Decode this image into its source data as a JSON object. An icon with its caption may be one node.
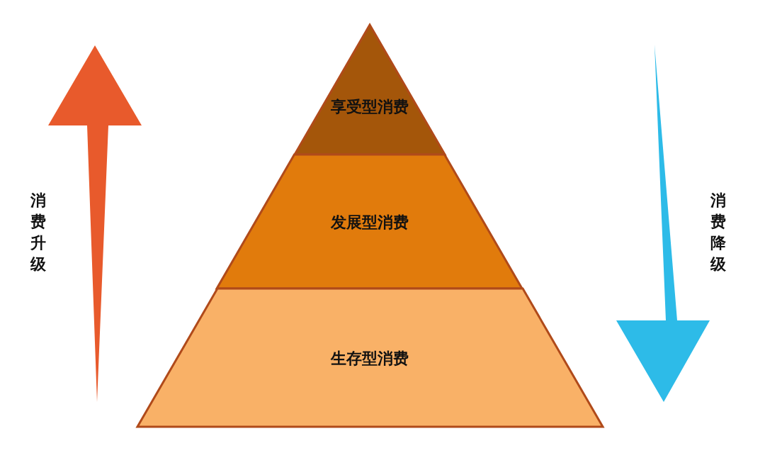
{
  "diagram": {
    "nodes": [
      {
        "text": [
          "享受型消费"
        ]
      },
      {
        "text": [
          "发展型消费"
        ]
      },
      {
        "text": [
          "生存型消费"
        ]
      }
    ],
    "labels": [
      "消费升级",
      "消费降级"
    ]
  }
}
